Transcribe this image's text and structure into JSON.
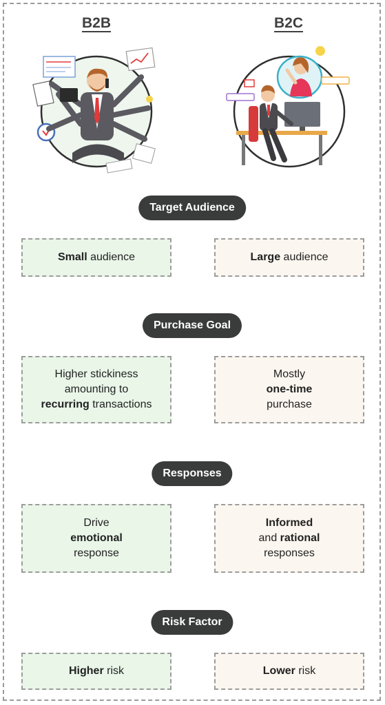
{
  "headers": {
    "b2b": "B2B",
    "b2c": "B2C"
  },
  "sections": [
    {
      "title": "Target Audience",
      "b2b": {
        "bold": "Small",
        "rest": " audience"
      },
      "b2c": {
        "bold": "Large",
        "rest": " audience"
      }
    },
    {
      "title": "Purchase Goal",
      "b2b": {
        "line1": "Higher stickiness",
        "line2": "amounting to",
        "line3_bold": "recurring",
        "line3_rest": " transactions"
      },
      "b2c": {
        "line1": "Mostly",
        "line2_bold": "one-time",
        "line3": "purchase"
      }
    },
    {
      "title": "Responses",
      "b2b": {
        "line1": "Drive",
        "line2_bold": "emotional",
        "line3": "response"
      },
      "b2c": {
        "line1_bold": "Informed",
        "line2_pre": "and ",
        "line2_bold": "rational",
        "line3": "responses"
      }
    },
    {
      "title": "Risk Factor",
      "b2b": {
        "bold": "Higher",
        "rest": " risk"
      },
      "b2c": {
        "bold": "Lower",
        "rest": " risk"
      }
    }
  ],
  "colors": {
    "pill": "#3a3b3b",
    "b2b_card": "#e9f6e8",
    "b2c_card": "#fbf6ef",
    "accent_red": "#e23a3a"
  },
  "illustrations": {
    "b2b": "multitasking-businessman-icon",
    "b2c": "customer-service-agent-icon"
  }
}
